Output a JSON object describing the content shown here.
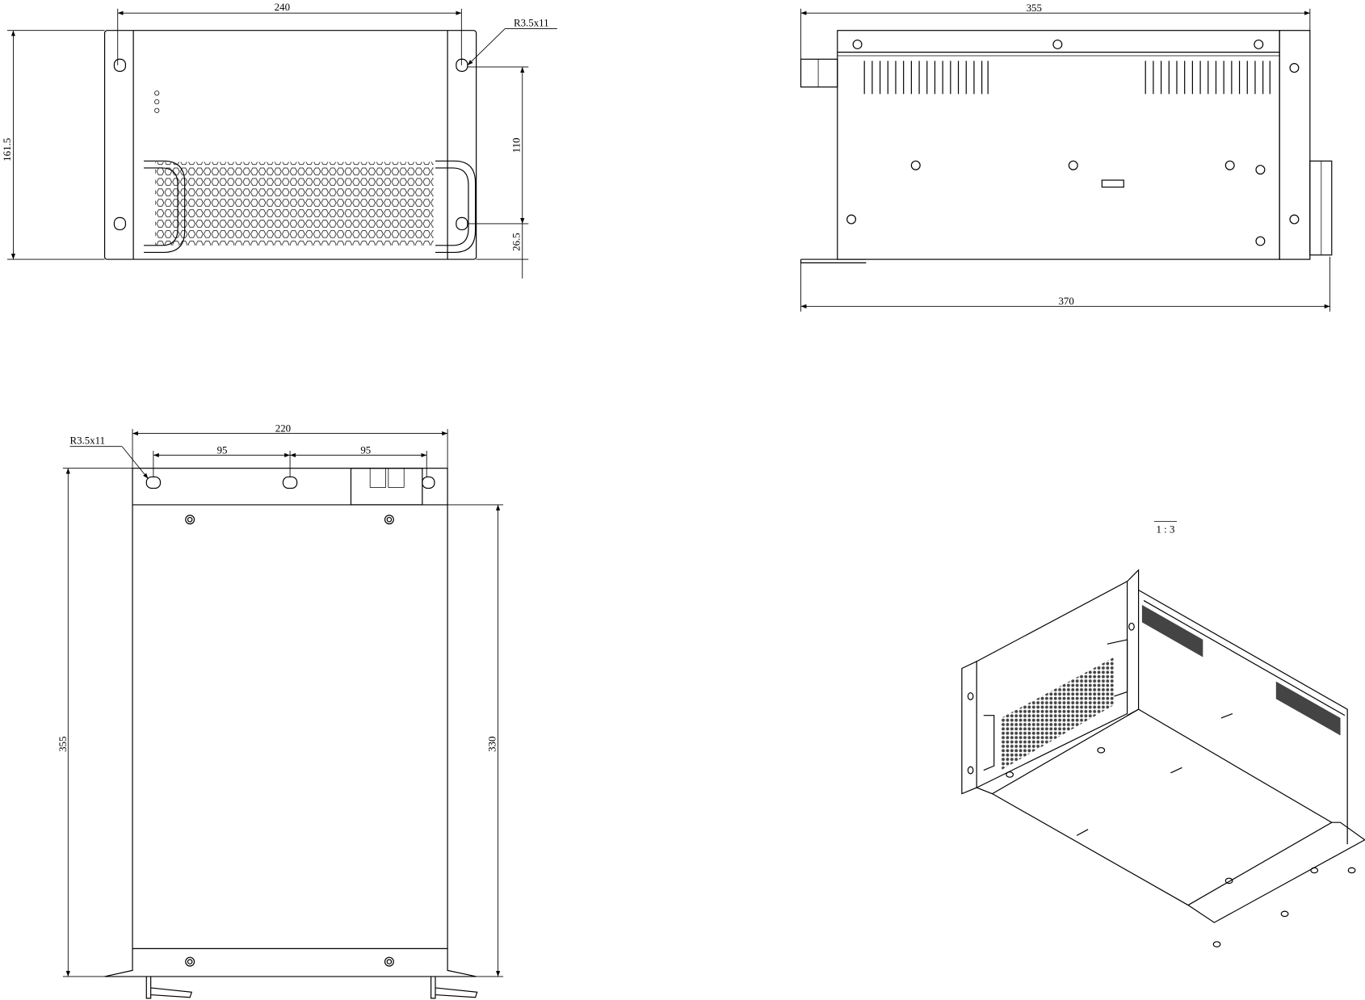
{
  "front_view": {
    "width_dim": "240",
    "slot_label": "R3.5x11",
    "height_dim": "161.5",
    "hole_spacing_dim": "110",
    "bottom_offset_dim": "26.5"
  },
  "side_view": {
    "body_length_dim": "355",
    "overall_length_dim": "370"
  },
  "top_view": {
    "width_dim": "220",
    "slot_label": "R3.5x11",
    "slot_spacing_left_dim": "95",
    "slot_spacing_right_dim": "95",
    "overall_depth_dim": "355",
    "body_depth_dim": "330"
  },
  "iso_view": {
    "scale_label": "1 : 3"
  }
}
